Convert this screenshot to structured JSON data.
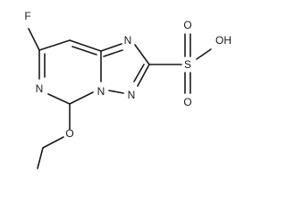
{
  "molecule": {
    "atoms": {
      "fluorine": "F",
      "ring_n_top": "N",
      "ring_n_left": "N",
      "ring_n_bridge": "N",
      "ring_n_bottom": "N",
      "sulfur": "S",
      "oxygen_top": "O",
      "oxygen_bottom": "O",
      "hydroxyl": "OH",
      "ether_oxygen": "O"
    }
  }
}
